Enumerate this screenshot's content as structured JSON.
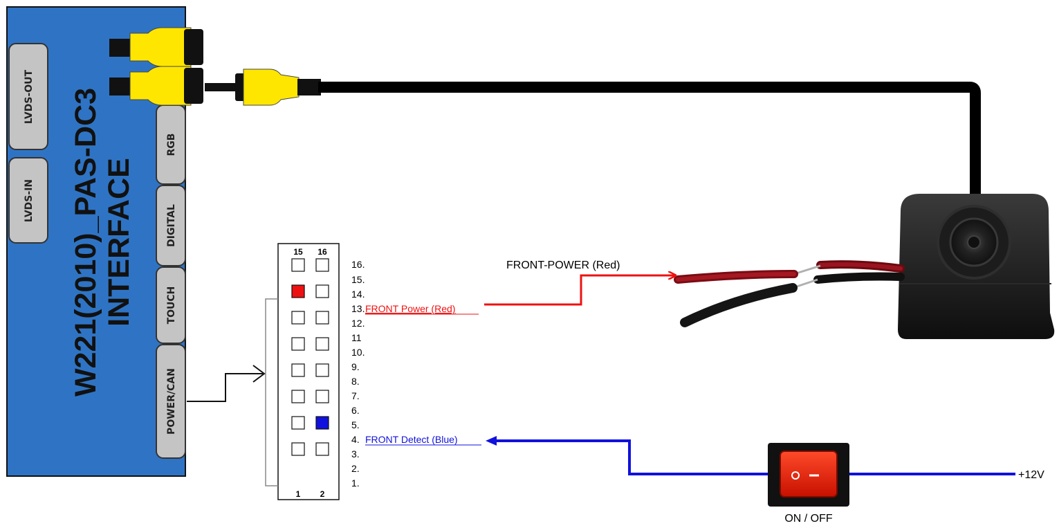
{
  "interface": {
    "title_line1": "W221(2010)_PAS-DC3",
    "title_line2": "INTERFACE",
    "ports": {
      "lvds_out": "LVDS-OUT",
      "lvds_in": "LVDS-IN",
      "rgb": "RGB",
      "digital": "DIGITAL",
      "touch": "TOUCH",
      "power_can": "POWER/CAN"
    }
  },
  "connector": {
    "top_left": "15",
    "top_right": "16",
    "bottom_left": "1",
    "bottom_right": "2",
    "pins": [
      "16.",
      "15.",
      "14.",
      "13.",
      "12.",
      "11",
      "10.",
      "9.",
      "8.",
      "7.",
      "6.",
      "5.",
      "4.",
      "3.",
      "2.",
      "1."
    ],
    "front_power_label": "FRONT Power (Red)",
    "front_detect_label": "FRONT Detect (Blue)"
  },
  "labels": {
    "front_power_wire": "FRONT-POWER (Red)",
    "switch": "ON / OFF",
    "supply": "+12V"
  },
  "colors": {
    "interface_blue": "#2f74c4",
    "wire_red": "#ee1111",
    "wire_blue": "#1111dd",
    "rca_yellow": "#ffe600",
    "switch_red": "#e82010"
  }
}
